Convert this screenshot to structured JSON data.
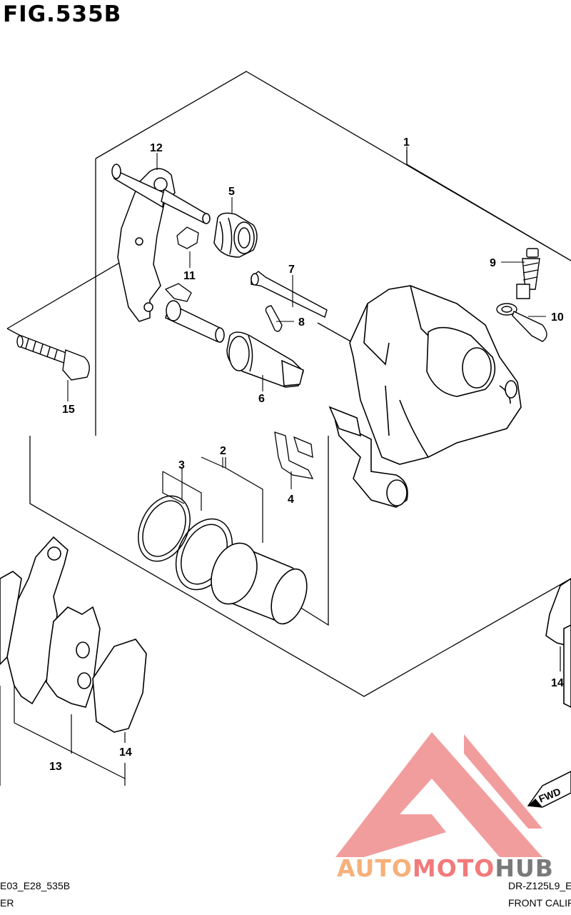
{
  "figure": {
    "title": "FIG.535B",
    "code_left": "E03_E28_535B",
    "caption_left": "ER",
    "code_right": "DR-Z125L9_E",
    "caption_right": "FRONT CALIP",
    "direction_tag": "FWD"
  },
  "callouts": [
    "1",
    "2",
    "3",
    "4",
    "5",
    "6",
    "7",
    "8",
    "9",
    "10",
    "11",
    "12",
    "13",
    "14",
    "14",
    "15"
  ],
  "watermark": {
    "part1": "AUTO",
    "part2": "MOTO",
    "part3": "HUB",
    "colors": {
      "auto": "#f6b07a",
      "moto": "#f27a7a",
      "hub": "#7a7a7a",
      "triangle": "#f08c8c"
    }
  }
}
